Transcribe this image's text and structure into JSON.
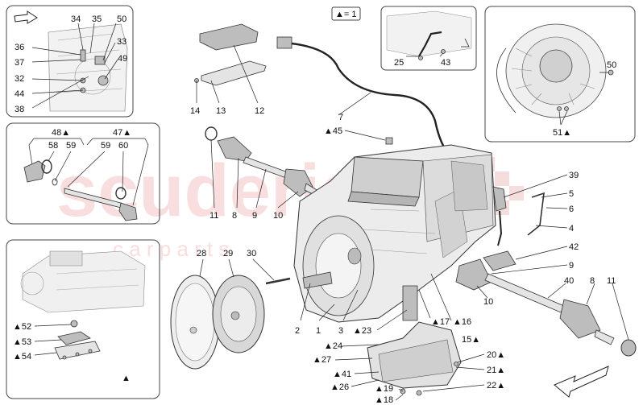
{
  "watermark": {
    "brand": "scuderia",
    "sub": "c a r   p a r t s"
  },
  "legend": {
    "text": "▲= 1"
  },
  "callouts": {
    "c34": "34",
    "c35": "35",
    "c50": "50",
    "c36": "36",
    "c33": "33",
    "c37": "37",
    "c49": "49",
    "c32": "32",
    "c44": "44",
    "c38": "38",
    "c48": "48▲",
    "c47": "47▲",
    "c58": "58",
    "c59a": "59",
    "c59b": "59",
    "c60": "60",
    "c52": "▲52",
    "c53": "▲53",
    "c54": "▲54",
    "ctri": "▲",
    "c14": "14",
    "c13": "13",
    "c12": "12",
    "c7": "7",
    "c45": "▲45",
    "c11a": "11",
    "c8a": "8",
    "c9a": "9",
    "c10a": "10",
    "c25": "25",
    "c43": "43",
    "c51": "51▲",
    "c39": "39",
    "c5": "5",
    "c6": "6",
    "c4": "4",
    "c42": "42",
    "c9b": "9",
    "c40": "40",
    "c8b": "8",
    "c11b": "11",
    "c10b": "10",
    "c28": "28",
    "c29": "29",
    "c30": "30",
    "c2": "2",
    "c1": "1",
    "c3": "3",
    "c23": "▲23",
    "c17": "▲17",
    "c16": "▲16",
    "c15": "15▲",
    "c24": "▲24",
    "c27": "▲27",
    "c20": "20▲",
    "c41": "▲41",
    "c21": "21▲",
    "c26": "▲26",
    "c22": "22▲",
    "c19": "▲19",
    "c18": "▲18"
  },
  "colors": {
    "line": "#222222",
    "part": "#e4e4e4",
    "shade": "#bdbdbd",
    "watermark": "#f4c4c4"
  }
}
